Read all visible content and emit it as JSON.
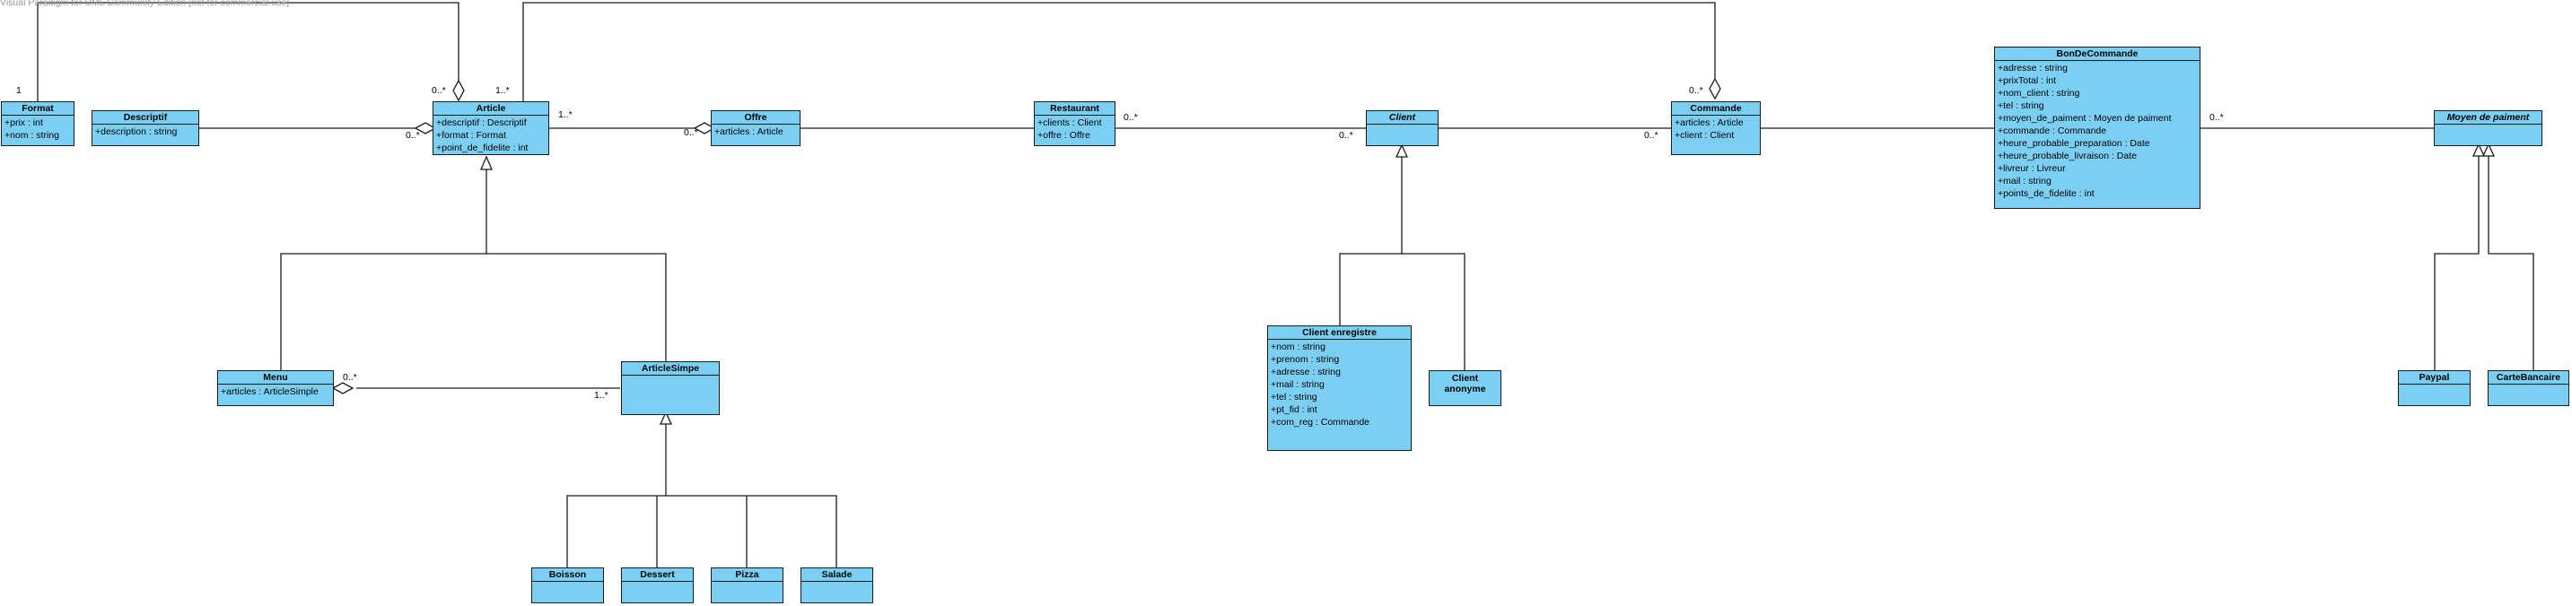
{
  "watermark": "Visual Paradigm for UML Community Edition [not for commercial use]",
  "classes": {
    "format": {
      "name": "Format",
      "attrs": [
        "+prix : int",
        "+nom : string"
      ]
    },
    "descriptif": {
      "name": "Descriptif",
      "attrs": [
        "+description : string"
      ]
    },
    "article": {
      "name": "Article",
      "attrs": [
        "+descriptif : Descriptif",
        "+format : Format",
        "+point_de_fidelite : int"
      ]
    },
    "offre": {
      "name": "Offre",
      "attrs": [
        "+articles : Article"
      ]
    },
    "restaurant": {
      "name": "Restaurant",
      "attrs": [
        "+clients : Client",
        "+offre : Offre"
      ]
    },
    "client": {
      "name": "Client",
      "attrs": []
    },
    "commande": {
      "name": "Commande",
      "attrs": [
        "+articles : Article",
        "+client : Client"
      ]
    },
    "bondecommande": {
      "name": "BonDeCommande",
      "attrs": [
        "+adresse : string",
        "+prixTotal : int",
        "+nom_client : string",
        "+tel : string",
        "+moyen_de_paiment : Moyen de paiment",
        "+commande : Commande",
        "+heure_probable_preparation : Date",
        "+heure_probable_livraison : Date",
        "+livreur : Livreur",
        "+mail : string",
        "+points_de_fidelite : int"
      ]
    },
    "moyen": {
      "name": "Moyen de paiment",
      "attrs": []
    },
    "menu": {
      "name": "Menu",
      "attrs": [
        "+articles : ArticleSimple"
      ]
    },
    "articlesimpe": {
      "name": "ArticleSimpe",
      "attrs": []
    },
    "clientenr": {
      "name": "Client enregistre",
      "attrs": [
        "+nom : string",
        "+prenom : string",
        "+adresse : string",
        "+mail : string",
        "+tel : string",
        "+pt_fid : int",
        "+com_reg : Commande"
      ]
    },
    "clientanon": {
      "name": "Client anonyme",
      "attrs": []
    },
    "paypal": {
      "name": "Paypal",
      "attrs": []
    },
    "cartebancaire": {
      "name": "CarteBancaire",
      "attrs": []
    },
    "boisson": {
      "name": "Boisson",
      "attrs": []
    },
    "dessert": {
      "name": "Dessert",
      "attrs": []
    },
    "pizza": {
      "name": "Pizza",
      "attrs": []
    },
    "salade": {
      "name": "Salade",
      "attrs": []
    }
  },
  "multiplicities": {
    "format_one": "1",
    "article_top_left": "0..*",
    "article_top_right": "1..*",
    "article_left": "0..*",
    "article_right": "1..*",
    "offre_left": "0..*",
    "restaurant_right": "0..*",
    "client_left": "0..*",
    "commande_left": "0..*",
    "commande_top": "0..*",
    "bon_right": "0..*",
    "menu_right": "0..*",
    "articlesimpe_left": "1..*"
  }
}
